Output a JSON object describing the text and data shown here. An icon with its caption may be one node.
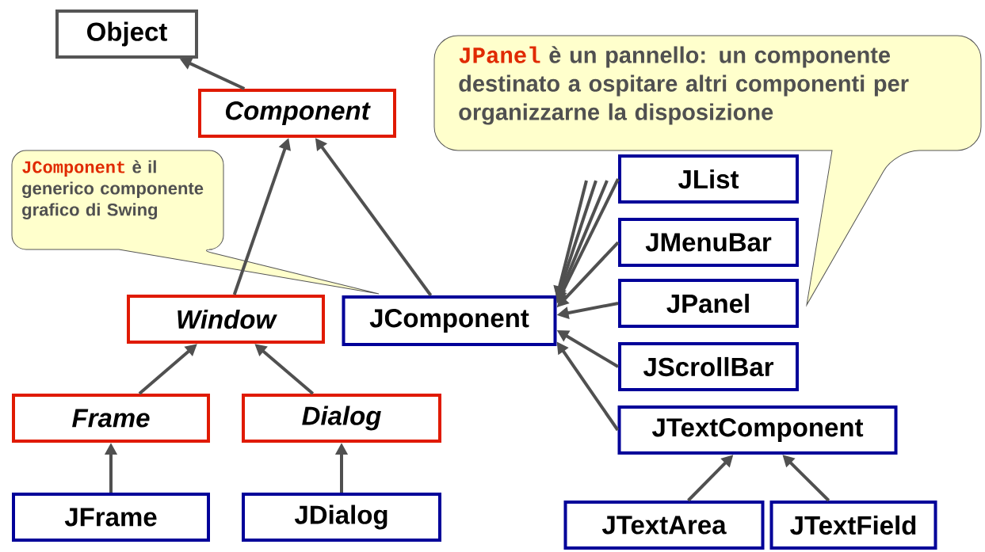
{
  "diagram": {
    "nodes": [
      {
        "text": [
          "Object"
        ]
      },
      {
        "text": [
          "Component"
        ]
      },
      {
        "text": [
          "JComponent",
          "è il generico componente grafico di Swing"
        ]
      },
      {
        "text": [
          "Window"
        ]
      },
      {
        "text": [
          "JComponent"
        ]
      },
      {
        "text": [
          "JPanel",
          "è un pannello: un componente destinato a ospitare altri componenti per organizzarne la disposizione"
        ]
      },
      {
        "text": [
          "JList"
        ]
      },
      {
        "text": [
          "JMenuBar"
        ]
      },
      {
        "text": [
          "JPanel"
        ]
      },
      {
        "text": [
          "JScrollBar"
        ]
      },
      {
        "text": [
          "JTextComponent"
        ]
      },
      {
        "text": [
          "Frame"
        ]
      },
      {
        "text": [
          "Dialog"
        ]
      },
      {
        "text": [
          "JFrame"
        ]
      },
      {
        "text": [
          "JDialog"
        ]
      },
      {
        "text": [
          "JTextArea"
        ]
      },
      {
        "text": [
          "JTextField"
        ]
      }
    ],
    "edges": [
      {
        "from": 1,
        "to": 0,
        "arrow": "to"
      },
      {
        "from": 3,
        "to": 1,
        "arrow": "to"
      },
      {
        "from": 4,
        "to": 1,
        "arrow": "to"
      },
      {
        "from": 11,
        "to": 3,
        "arrow": "to"
      },
      {
        "from": 12,
        "to": 3,
        "arrow": "to"
      },
      {
        "from": 13,
        "to": 11,
        "arrow": "to"
      },
      {
        "from": 14,
        "to": 12,
        "arrow": "to"
      },
      {
        "from": null,
        "to": 4,
        "arrow": "to"
      },
      {
        "from": null,
        "to": 4,
        "arrow": "to"
      },
      {
        "from": null,
        "to": 4,
        "arrow": "to"
      },
      {
        "from": 6,
        "to": 4,
        "arrow": "to"
      },
      {
        "from": 7,
        "to": 4,
        "arrow": "to"
      },
      {
        "from": 8,
        "to": 4,
        "arrow": "to"
      },
      {
        "from": 9,
        "to": 4,
        "arrow": "to"
      },
      {
        "from": 10,
        "to": 4,
        "arrow": "to"
      },
      {
        "from": 15,
        "to": 10,
        "arrow": "to"
      },
      {
        "from": 16,
        "to": 10,
        "arrow": "to"
      }
    ]
  }
}
